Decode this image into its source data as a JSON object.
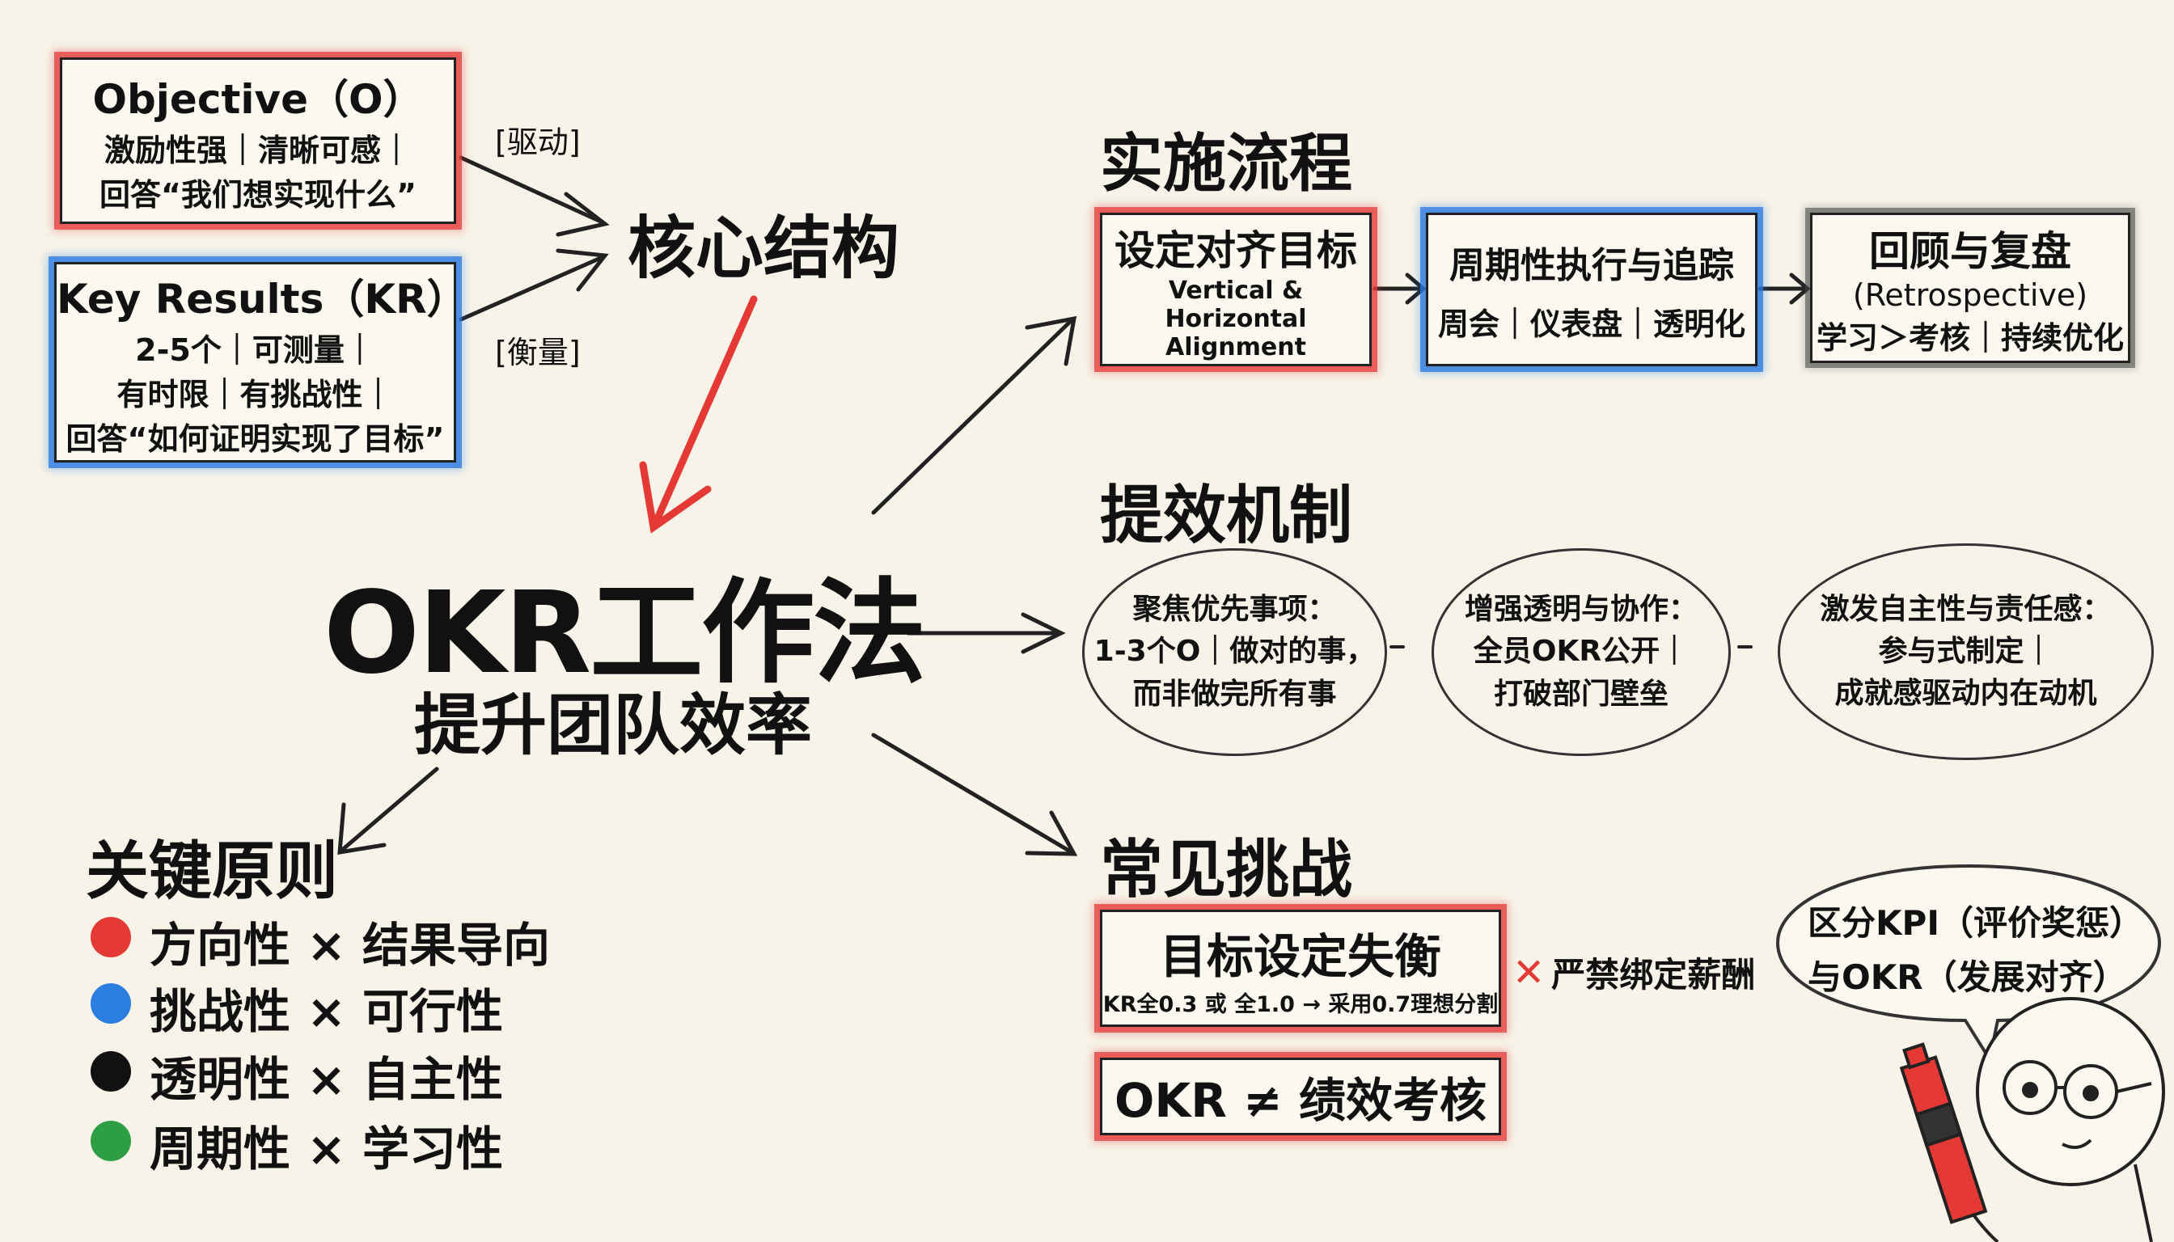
{
  "title": "OKR工作法",
  "subtitle": "提升团队效率",
  "core": {
    "heading": "核心结构",
    "objective": {
      "title": "Objective（O）",
      "line1": "激励性强｜清晰可感｜",
      "line2": "回答“我们想实现什么”",
      "link": "[驱动]"
    },
    "kr": {
      "title": "Key Results（KR）",
      "line1": "2-5个｜可测量｜",
      "line2": "有时限｜有挑战性｜",
      "line3": "回答“如何证明实现了目标”",
      "link": "[衡量]"
    }
  },
  "process": {
    "heading": "实施流程",
    "steps": [
      {
        "title": "设定对齐目标",
        "sub": "Vertical & Horizontal Alignment"
      },
      {
        "title": "周期性执行与追踪",
        "sub": "周会｜仪表盘｜透明化"
      },
      {
        "title": "回顾与复盘",
        "sub1": "(Retrospective)",
        "sub": "学习＞考核｜持续优化"
      }
    ]
  },
  "mechanism": {
    "heading": "提效机制",
    "items": [
      {
        "l1": "聚焦优先事项：",
        "l2": "1-3个O｜做对的事，",
        "l3": "而非做完所有事"
      },
      {
        "l1": "增强透明与协作：",
        "l2": "全员OKR公开｜",
        "l3": "打破部门壁垒"
      },
      {
        "l1": "激发自主性与责任感：",
        "l2": "参与式制定｜",
        "l3": "成就感驱动内在动机"
      }
    ]
  },
  "challenges": {
    "heading": "常见挑战",
    "box1_title": "目标设定失衡",
    "box1_sub": "KR全0.3  或  全1.0 → 采用0.7理想分割",
    "box2": "OKR ≠ 绩效考核",
    "warning_icon": "✕",
    "warning": "严禁绑定薪酬",
    "bubble1": "区分KPI（评价奖惩）",
    "bubble2": "与OKR（发展对齐）"
  },
  "principles": {
    "heading": "关键原则",
    "items": [
      {
        "label": "方向性 × 结果导向",
        "color": "#e53935"
      },
      {
        "label": "挑战性 × 可行性",
        "color": "#2b7de0"
      },
      {
        "label": "透明性 × 自主性",
        "color": "#111111"
      },
      {
        "label": "周期性 × 学习性",
        "color": "#2e9e44"
      }
    ]
  }
}
